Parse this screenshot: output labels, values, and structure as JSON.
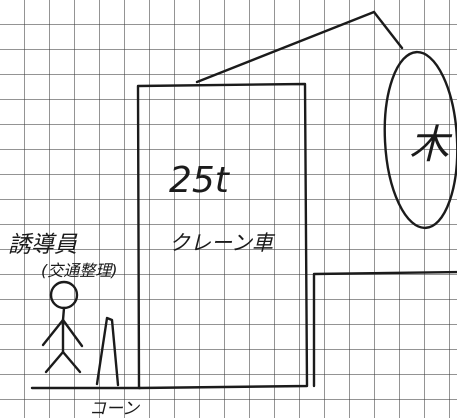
{
  "diagram": {
    "crane_label_capacity": "25t",
    "crane_label_name": "クレーン車",
    "tree_label": "木",
    "worker_label": "誘導員",
    "worker_role_label": "(交通整理)",
    "cone_label": "コーン"
  }
}
